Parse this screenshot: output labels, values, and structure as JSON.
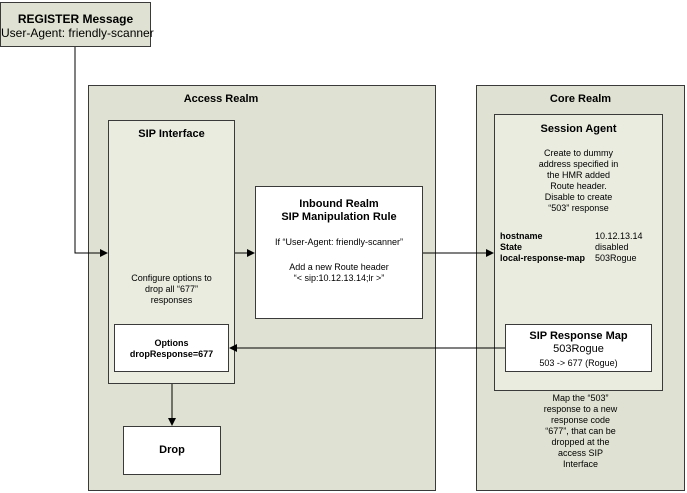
{
  "register": {
    "title": "REGISTER Message",
    "user_agent": "User-Agent: friendly-scanner"
  },
  "access_realm": {
    "title": "Access Realm",
    "sip_interface": {
      "title": "SIP Interface",
      "note_lines": [
        "Configure options to",
        "drop all “677”",
        "responses"
      ],
      "options": {
        "title": "Options",
        "value": "dropResponse=677"
      }
    },
    "drop": {
      "title": "Drop"
    }
  },
  "rule": {
    "title_line1": "Inbound Realm",
    "title_line2": "SIP Manipulation Rule",
    "condition": "If  “User-Agent: friendly-scanner”",
    "action_lines": [
      "Add a new Route header",
      "“< sip:10.12.13.14;lr >”"
    ]
  },
  "core_realm": {
    "title": "Core Realm",
    "session_agent": {
      "title": "Session Agent",
      "note_lines": [
        "Create to dummy",
        "address specified in",
        "the HMR added",
        "Route header.",
        "Disable to create",
        "“503” response"
      ],
      "props": [
        {
          "key": "hostname",
          "value": "10.12.13.14"
        },
        {
          "key": "State",
          "value": "disabled"
        },
        {
          "key": "local-response-map",
          "value": "503Rogue"
        }
      ]
    },
    "response_map": {
      "title": "SIP Response Map",
      "name": "503Rogue",
      "mapping": "503 -> 677 (Rogue)"
    },
    "map_note_lines": [
      "Map the “503”",
      "response to a new",
      "response code",
      "“677”, that can be",
      "dropped at the",
      "access SIP",
      "Interface"
    ]
  },
  "colors": {
    "realm_fill": "#dfe2d2",
    "inner_fill": "#e9ecdf",
    "line": "#000000"
  }
}
